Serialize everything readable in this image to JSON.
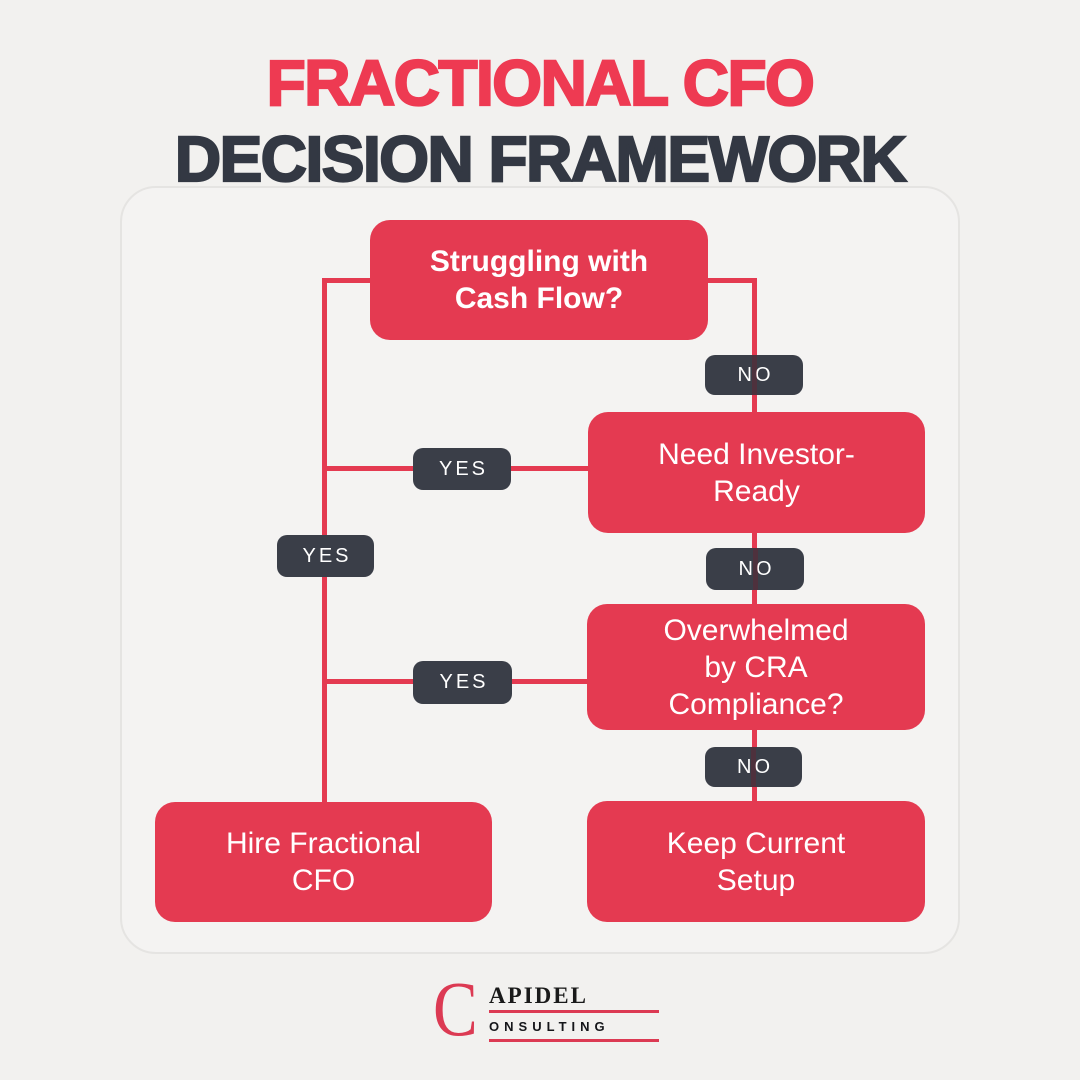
{
  "title": {
    "line1": "FRACTIONAL CFO",
    "line2": "DECISION FRAMEWORK"
  },
  "flow": {
    "struggling": {
      "line1": "Struggling with",
      "line2": "Cash Flow?"
    },
    "investor": {
      "line1": "Need Investor-",
      "line2": "Ready"
    },
    "cra": {
      "line1": "Overwhelmed",
      "line2": "by CRA",
      "line3": "Compliance?"
    },
    "hire": {
      "line1": "Hire Fractional",
      "line2": "CFO"
    },
    "keep": {
      "line1": "Keep Current",
      "line2": "Setup"
    },
    "labels": {
      "yes": "YES",
      "no": "NO"
    }
  },
  "logo": {
    "initial": "C",
    "name_rest": "APIDEL",
    "tagline_rest": "ONSULTING"
  },
  "colors": {
    "accent_red": "#E43A51",
    "title_red": "#EE3A52",
    "badge_dark": "#3A3E48",
    "title_dark": "#333843",
    "page_bg": "#F2F1EF",
    "card_bg": "#F4F3F2",
    "card_border": "#E5E4E2",
    "text_white": "#FFFFFF"
  }
}
